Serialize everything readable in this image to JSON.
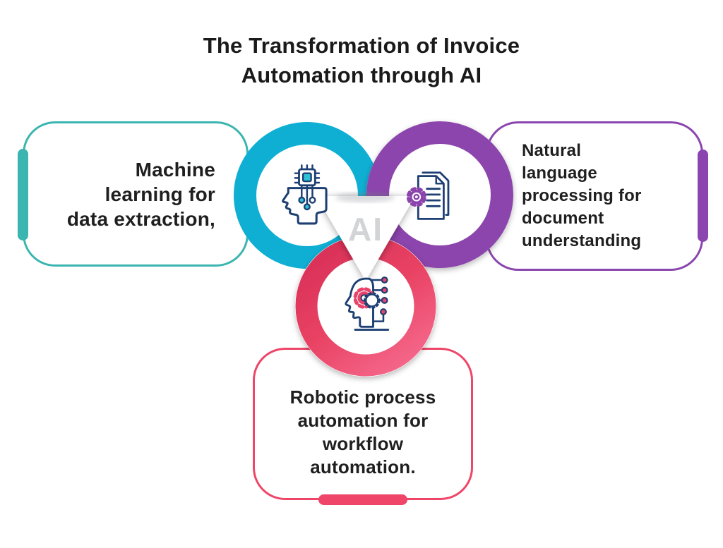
{
  "title": {
    "line1": "The Transformation of Invoice",
    "line2": "Automation through AI"
  },
  "center": {
    "label": "AI"
  },
  "nodes": {
    "machine_learning": {
      "lines": [
        "Machine",
        "learning for",
        "data extraction,"
      ],
      "icon": "head-chip-icon"
    },
    "nlp": {
      "lines": [
        "Natural",
        "language",
        "processing for",
        "document",
        "understanding"
      ],
      "icon": "document-gear-icon"
    },
    "rpa": {
      "lines": [
        "Robotic process",
        "automation for",
        "workflow",
        "automation."
      ],
      "icon": "head-gear-icon"
    }
  },
  "colors": {
    "ring_teal": "#0FAFD4",
    "ring_purple": "#8B44AC",
    "ring_red": "#E94364",
    "ring_red_dark": "#D93058",
    "ring_red_light": "#F4678A",
    "box_teal": "#3AB5B0",
    "box_purple": "#8A46AE",
    "box_red": "#EE4568",
    "icon_navy": "#1D3F72",
    "icon_teal": "#2EC4D6",
    "icon_purple": "#8B44AC",
    "icon_pink": "#E8436A",
    "title_text": "#1A1A1A",
    "body_text": "#1F1F1F",
    "ai_gray": "#D3D4D6"
  }
}
